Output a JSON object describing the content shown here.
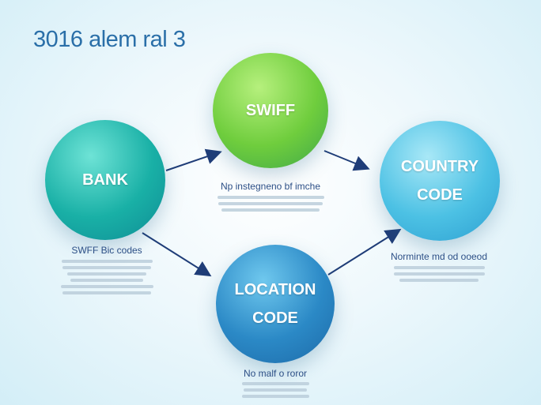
{
  "title": "3016 alem ral 3",
  "nodes": {
    "bank": {
      "label": "BANK",
      "caption": "SWFF Bic codes",
      "color": "#1bb3a8"
    },
    "swiff": {
      "label": "SWIFF",
      "caption": "Np instegneno bf imche",
      "color": "#72cf3f"
    },
    "country": {
      "line1": "COUNTRY",
      "line2": "CODE",
      "caption": "Norminte md od ooeod",
      "color": "#4ac1e3"
    },
    "location": {
      "line1": "LOCATION",
      "line2": "CODE",
      "caption": "No malf o roror",
      "color": "#2b86c4"
    }
  },
  "arrow_color": "#1f3d78"
}
